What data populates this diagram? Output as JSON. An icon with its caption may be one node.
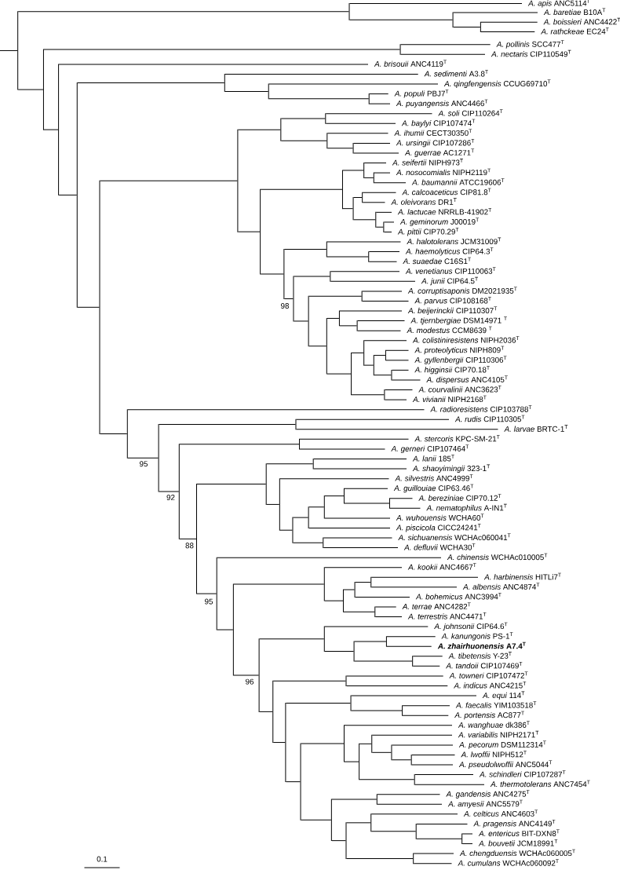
{
  "diagram": {
    "nodes": [
      {
        "text": [
          "*A. apis* ANC5114$^{T}$"
        ]
      },
      {
        "text": [
          "*A. baretiae* B10A$^{T}$"
        ]
      },
      {
        "text": [
          "*A. boissieri* ANC4422$^{T}$"
        ]
      },
      {
        "text": [
          "*A. rathckeae* EC24$^{T}$"
        ]
      },
      {
        "text": [
          "*A. pollinis* SCC477$^{T}$"
        ]
      },
      {
        "text": [
          "*A. nectaris* CIP110549$^{T}$"
        ]
      },
      {
        "text": [
          "*A. brisouii* ANC4119$^{T}$"
        ]
      },
      {
        "text": [
          "*A. sedimenti* A3.8$^{T}$"
        ]
      },
      {
        "text": [
          "*A. qingfengensis* CCUG69710$^{T}$"
        ]
      },
      {
        "text": [
          "*A. populi* PBJ7$^{T}$"
        ]
      },
      {
        "text": [
          "*A. puyangensis* ANC4466$^{T}$"
        ]
      },
      {
        "text": [
          "*A. soli* CIP110264$^{T}$"
        ]
      },
      {
        "text": [
          "*A. baylyi* CIP107474$^{T}$"
        ]
      },
      {
        "text": [
          "*A. ihumii* CECT30350$^{T}$"
        ]
      },
      {
        "text": [
          "*A. ursingii* CIP107286$^{T}$"
        ]
      },
      {
        "text": [
          "*A. guerrae* AC1271$^{T}$"
        ]
      },
      {
        "text": [
          "*A. seifertii* NIPH973$^{T}$"
        ]
      },
      {
        "text": [
          "*A. nosocomialis* NIPH2119$^{T}$"
        ]
      },
      {
        "text": [
          "*A. baumannii* ATCC19606$^{T}$"
        ]
      },
      {
        "text": [
          "*A. calcoaceticus* CIP81.8$^{T}$"
        ]
      },
      {
        "text": [
          "*A. oleivorans* DR1$^{T}$"
        ]
      },
      {
        "text": [
          "*A. lactucae* NRRLB-41902$^{T}$"
        ]
      },
      {
        "text": [
          "*A. geminorum* J00019$^{T}$"
        ]
      },
      {
        "text": [
          "*A. pittii* CIP70.29$^{T}$"
        ]
      },
      {
        "text": [
          "*A. halotolerans* JCM31009$^{T}$"
        ]
      },
      {
        "text": [
          "*A. haemolyticus* CIP64.3$^{T}$"
        ]
      },
      {
        "text": [
          "*A. suaedae* C16S1$^{T}$"
        ]
      },
      {
        "text": [
          "*A. venetianus* CIP110063$^{T}$"
        ]
      },
      {
        "text": [
          "*A. junii* CIP64.5$^{T}$"
        ]
      },
      {
        "text": [
          "*A. corruptisaponis* DM2021935$^{T}$"
        ]
      },
      {
        "text": [
          "*A. parvus* CIP108168$^{T}$"
        ]
      },
      {
        "text": [
          "*A. beijerinckii* CIP110307$^{T}$"
        ]
      },
      {
        "text": [
          "*A. tjernbergiae* DSM14971 $^{T}$"
        ]
      },
      {
        "text": [
          "*A. modestus* CCM8639 $^{T}$"
        ]
      },
      {
        "text": [
          "*A. colistiniresistens* NIPH2036$^{T}$"
        ]
      },
      {
        "text": [
          "*A. proteolyticus* NIPH809$^{T}$"
        ]
      },
      {
        "text": [
          "*A. gyllenbergii* CIP110306$^{T}$"
        ]
      },
      {
        "text": [
          "*A. higginsii* CIP70.18$^{T}$"
        ]
      },
      {
        "text": [
          "*A. dispersus* ANC4105$^{T}$"
        ]
      },
      {
        "text": [
          "*A. courvalinii* ANC3623$^{T}$"
        ]
      },
      {
        "text": [
          "*A. vivianii* NIPH2168$^{T}$"
        ]
      },
      {
        "text": [
          "*A. radioresistens* CIP103788$^{T}$"
        ]
      },
      {
        "text": [
          "*A. rudis* CIP110305$^{T}$"
        ]
      },
      {
        "text": [
          "*A. larvae* BRTC-1$^{T}$"
        ]
      },
      {
        "text": [
          "*A. stercoris* KPC-SM-21$^{T}$"
        ]
      },
      {
        "text": [
          "*A. gerneri* CIP107464$^{T}$"
        ]
      },
      {
        "text": [
          "*A. lanii* 185$^{T}$"
        ]
      },
      {
        "text": [
          "*A. shaoyimingii* 323-1$^{T}$"
        ]
      },
      {
        "text": [
          "*A. silvestris* ANC4999$^{T}$"
        ]
      },
      {
        "text": [
          "*A. guillouiae* CIP63.46$^{T}$"
        ]
      },
      {
        "text": [
          "*A. bereziniae* CIP70.12$^{T}$"
        ]
      },
      {
        "text": [
          "*A. nematophilus* A-IN1$^{T}$"
        ]
      },
      {
        "text": [
          "*A. wuhouensis* WCHA60$^{T}$"
        ]
      },
      {
        "text": [
          "*A. piscicola* CICC24241$^{T}$"
        ]
      },
      {
        "text": [
          "*A. sichuanensis* WCHAc060041$^{T}$"
        ]
      },
      {
        "text": [
          "*A. defluvii* WCHA30$^{T}$"
        ]
      },
      {
        "text": [
          "*A. chinensis* WCHAc010005$^{T}$"
        ]
      },
      {
        "text": [
          "*A. kookii* ANC4667$^{T}$"
        ]
      },
      {
        "text": [
          "*A. harbinensis* HITLi7$^{T}$"
        ]
      },
      {
        "text": [
          "*A. albensis* ANC4874$^{T}$"
        ]
      },
      {
        "text": [
          "*A. bohemicus* ANC3994$^{T}$"
        ]
      },
      {
        "text": [
          "*A. terrae* ANC4282$^{T}$"
        ]
      },
      {
        "text": [
          "*A. terrestris* ANC4471$^{T}$"
        ]
      },
      {
        "text": [
          "*A. johnsonii* CIP64.6$^{T}$"
        ]
      },
      {
        "text": [
          "*A. kanungonis* PS-1$^{T}$"
        ]
      },
      {
        "text": [
          "*A. zhairhuonensis* A7.4$^{T}$"
        ]
      },
      {
        "text": [
          "*A. tibetensis* Y-23$^{T}$"
        ]
      },
      {
        "text": [
          "*A. tandoii* CIP107469$^{T}$"
        ]
      },
      {
        "text": [
          "*A. towneri* CIP107472$^{T}$"
        ]
      },
      {
        "text": [
          "*A. indicus* ANC4215$^{T}$"
        ]
      },
      {
        "text": [
          "*A. equi* 114$^{T}$"
        ]
      },
      {
        "text": [
          "*A. faecalis* YIM103518$^{T}$"
        ]
      },
      {
        "text": [
          "*A. portensis* AC877$^{T}$"
        ]
      },
      {
        "text": [
          "*A. wanghuae* dk386$^{T}$"
        ]
      },
      {
        "text": [
          "*A. variabilis* NIPH2171$^{T}$"
        ]
      },
      {
        "text": [
          "*A. pecorum* DSM112314$^{T}$"
        ]
      },
      {
        "text": [
          "*A. lwoffii* NIPH512$^{T}$"
        ]
      },
      {
        "text": [
          "*A. pseudolwoffii* ANC5044$^{T}$"
        ]
      },
      {
        "text": [
          "*A. schindleri* CIP107287$^{T}$"
        ]
      },
      {
        "text": [
          "*A. thermotolerans* ANC7454$^{T}$"
        ]
      },
      {
        "text": [
          "*A. gandensis* ANC4275$^{T}$"
        ]
      },
      {
        "text": [
          "*A. amyesii* ANC5579$^{T}$"
        ]
      },
      {
        "text": [
          "*A. celticus* ANC4603$^{T}$"
        ]
      },
      {
        "text": [
          "*A. pragensis* ANC4149$^{T}$"
        ]
      },
      {
        "text": [
          "*A. entericus* BIT-DXN8$^{T}$"
        ]
      },
      {
        "text": [
          "*A. bouvetii* JCM18991$^{T}$"
        ]
      },
      {
        "text": [
          "*A. chengduensis* WCHAc060005$^{T}$"
        ]
      },
      {
        "text": [
          "*A. cumulans* WCHAc060092$^{T}$"
        ]
      },
      {
        "text": [],
        "shape": "bar"
      },
      {
        "text": [],
        "shape": "bar"
      },
      {
        "text": [],
        "shape": "bar"
      },
      {
        "text": [],
        "shape": "bar"
      },
      {
        "text": [],
        "shape": "bar"
      },
      {
        "text": [],
        "shape": "bar"
      },
      {
        "text": [],
        "shape": "bar"
      },
      {
        "text": [],
        "shape": "bar"
      },
      {
        "text": [],
        "shape": "bar"
      },
      {
        "text": [],
        "shape": "bar"
      },
      {
        "text": [],
        "shape": "bar"
      },
      {
        "text": [],
        "shape": "bar"
      },
      {
        "text": [],
        "shape": "bar"
      },
      {
        "text": [],
        "shape": "bar"
      },
      {
        "text": [],
        "shape": "bar"
      },
      {
        "text": [],
        "shape": "bar"
      },
      {
        "text": [],
        "shape": "bar"
      },
      {
        "text": [],
        "shape": "bar"
      },
      {
        "text": [],
        "shape": "bar"
      },
      {
        "text": [],
        "shape": "bar"
      },
      {
        "text": [],
        "shape": "bar"
      },
      {
        "text": [],
        "shape": "bar"
      },
      {
        "text": [],
        "shape": "bar"
      },
      {
        "text": [],
        "shape": "bar"
      },
      {
        "text": [],
        "shape": "bar"
      },
      {
        "text": [],
        "shape": "bar"
      },
      {
        "text": [],
        "shape": "bar"
      },
      {
        "text": [],
        "shape": "bar"
      },
      {
        "text": [],
        "shape": "bar",
        "beside": [
          "98"
        ]
      },
      {
        "text": [],
        "shape": "bar"
      },
      {
        "text": [],
        "shape": "bar"
      },
      {
        "text": [],
        "shape": "bar"
      },
      {
        "text": [],
        "shape": "bar"
      },
      {
        "text": [],
        "shape": "bar"
      },
      {
        "text": [],
        "shape": "bar"
      },
      {
        "text": [],
        "shape": "bar"
      },
      {
        "text": [],
        "shape": "bar"
      },
      {
        "text": [],
        "shape": "bar"
      },
      {
        "text": [],
        "shape": "bar"
      },
      {
        "text": [],
        "shape": "bar"
      },
      {
        "text": [],
        "shape": "bar"
      },
      {
        "text": [],
        "shape": "bar"
      },
      {
        "text": [],
        "shape": "bar",
        "beside": [
          "95"
        ]
      },
      {
        "text": [],
        "shape": "bar"
      },
      {
        "text": [],
        "shape": "bar",
        "beside": [
          "92"
        ]
      },
      {
        "text": [],
        "shape": "bar"
      },
      {
        "text": [],
        "shape": "bar",
        "beside": [
          "88"
        ]
      },
      {
        "text": [],
        "shape": "bar"
      },
      {
        "text": [],
        "shape": "bar"
      },
      {
        "text": [],
        "shape": "bar"
      },
      {
        "text": [],
        "shape": "bar"
      },
      {
        "text": [],
        "shape": "bar"
      },
      {
        "text": [],
        "shape": "bar"
      },
      {
        "text": [],
        "shape": "bar"
      },
      {
        "text": [],
        "shape": "bar"
      },
      {
        "text": [],
        "shape": "bar"
      },
      {
        "text": [],
        "shape": "bar",
        "beside": [
          "95"
        ]
      },
      {
        "text": [],
        "shape": "bar"
      },
      {
        "text": [],
        "shape": "bar"
      },
      {
        "text": [],
        "shape": "bar"
      },
      {
        "text": [],
        "shape": "bar"
      },
      {
        "text": [],
        "shape": "bar"
      },
      {
        "text": [],
        "shape": "bar"
      },
      {
        "text": [],
        "shape": "bar",
        "beside": [
          "96"
        ]
      },
      {
        "text": [],
        "shape": "bar"
      },
      {
        "text": [],
        "shape": "bar"
      },
      {
        "text": [],
        "shape": "bar"
      },
      {
        "text": [],
        "shape": "bar"
      },
      {
        "text": [],
        "shape": "bar"
      },
      {
        "text": [],
        "shape": "bar"
      },
      {
        "text": [],
        "shape": "bar"
      },
      {
        "text": [],
        "shape": "bar"
      },
      {
        "text": [],
        "shape": "bar"
      },
      {
        "text": [],
        "shape": "bar"
      },
      {
        "text": [],
        "shape": "bar"
      },
      {
        "text": [],
        "shape": "bar"
      },
      {
        "text": [],
        "shape": "bar"
      },
      {
        "text": [],
        "shape": "bar"
      },
      {
        "text": [],
        "shape": "bar"
      },
      {
        "text": [],
        "shape": "bar"
      },
      {
        "text": [],
        "shape": "bar"
      },
      {
        "text": [],
        "shape": "bar"
      },
      {
        "text": [],
        "shape": "bar"
      },
      {
        "text": [],
        "shape": "bar"
      },
      {
        "text": [],
        "shape": "bar"
      },
      {
        "text": [],
        "shape": "bar"
      },
      {
        "text": [],
        "shape": "bar"
      }
    ],
    "edges": [
      {
        "from": null,
        "to": 88,
        "arrow": "none"
      },
      {
        "from": 88,
        "to": 89,
        "arrow": "none"
      },
      {
        "from": 88,
        "to": 92,
        "arrow": "none"
      },
      {
        "from": 89,
        "to": 0,
        "arrow": "none"
      },
      {
        "from": 89,
        "to": 90,
        "arrow": "none"
      },
      {
        "from": 90,
        "to": 1,
        "arrow": "none"
      },
      {
        "from": 90,
        "to": 91,
        "arrow": "none"
      },
      {
        "from": 91,
        "to": 2,
        "arrow": "none"
      },
      {
        "from": 91,
        "to": 3,
        "arrow": "none"
      },
      {
        "from": 92,
        "to": 93,
        "arrow": "none"
      },
      {
        "from": 92,
        "to": 94,
        "arrow": "none"
      },
      {
        "from": 93,
        "to": 4,
        "arrow": "none"
      },
      {
        "from": 93,
        "to": 5,
        "arrow": "none"
      },
      {
        "from": 94,
        "to": 6,
        "arrow": "none"
      },
      {
        "from": 94,
        "to": 95,
        "arrow": "none"
      },
      {
        "from": 95,
        "to": 96,
        "arrow": "none"
      },
      {
        "from": 95,
        "to": 99,
        "arrow": "none"
      },
      {
        "from": 96,
        "to": 7,
        "arrow": "none"
      },
      {
        "from": 96,
        "to": 97,
        "arrow": "none"
      },
      {
        "from": 97,
        "to": 8,
        "arrow": "none"
      },
      {
        "from": 97,
        "to": 98,
        "arrow": "none"
      },
      {
        "from": 98,
        "to": 9,
        "arrow": "none"
      },
      {
        "from": 98,
        "to": 10,
        "arrow": "none"
      },
      {
        "from": 99,
        "to": 100,
        "arrow": "none"
      },
      {
        "from": 99,
        "to": 129,
        "arrow": "none"
      },
      {
        "from": 100,
        "to": 101,
        "arrow": "none"
      },
      {
        "from": 100,
        "to": 105,
        "arrow": "none"
      },
      {
        "from": 101,
        "to": 102,
        "arrow": "none"
      },
      {
        "from": 101,
        "to": 103,
        "arrow": "none"
      },
      {
        "from": 102,
        "to": 11,
        "arrow": "none"
      },
      {
        "from": 102,
        "to": 12,
        "arrow": "none"
      },
      {
        "from": 103,
        "to": 13,
        "arrow": "none"
      },
      {
        "from": 103,
        "to": 104,
        "arrow": "none"
      },
      {
        "from": 104,
        "to": 14,
        "arrow": "none"
      },
      {
        "from": 104,
        "to": 15,
        "arrow": "none"
      },
      {
        "from": 105,
        "to": 106,
        "arrow": "none"
      },
      {
        "from": 105,
        "to": 113,
        "arrow": "none"
      },
      {
        "from": 106,
        "to": 107,
        "arrow": "none"
      },
      {
        "from": 106,
        "to": 109,
        "arrow": "none"
      },
      {
        "from": 107,
        "to": 16,
        "arrow": "none"
      },
      {
        "from": 107,
        "to": 108,
        "arrow": "none"
      },
      {
        "from": 108,
        "to": 17,
        "arrow": "none"
      },
      {
        "from": 108,
        "to": 18,
        "arrow": "none"
      },
      {
        "from": 109,
        "to": 110,
        "arrow": "none"
      },
      {
        "from": 109,
        "to": 111,
        "arrow": "none"
      },
      {
        "from": 110,
        "to": 19,
        "arrow": "none"
      },
      {
        "from": 110,
        "to": 20,
        "arrow": "none"
      },
      {
        "from": 111,
        "to": 21,
        "arrow": "none"
      },
      {
        "from": 111,
        "to": 112,
        "arrow": "none"
      },
      {
        "from": 112,
        "to": 22,
        "arrow": "none"
      },
      {
        "from": 112,
        "to": 23,
        "arrow": "none"
      },
      {
        "from": 113,
        "to": 114,
        "arrow": "none"
      },
      {
        "from": 113,
        "to": 116,
        "arrow": "none"
      },
      {
        "from": 114,
        "to": 24,
        "arrow": "none"
      },
      {
        "from": 114,
        "to": 115,
        "arrow": "none"
      },
      {
        "from": 115,
        "to": 25,
        "arrow": "none"
      },
      {
        "from": 115,
        "to": 26,
        "arrow": "none"
      },
      {
        "from": 116,
        "to": 117,
        "arrow": "none"
      },
      {
        "from": 116,
        "to": 118,
        "arrow": "none"
      },
      {
        "from": 117,
        "to": 27,
        "arrow": "none"
      },
      {
        "from": 117,
        "to": 28,
        "arrow": "none"
      },
      {
        "from": 118,
        "to": 119,
        "arrow": "none"
      },
      {
        "from": 118,
        "to": 120,
        "arrow": "none"
      },
      {
        "from": 119,
        "to": 29,
        "arrow": "none"
      },
      {
        "from": 119,
        "to": 30,
        "arrow": "none"
      },
      {
        "from": 120,
        "to": 121,
        "arrow": "none"
      },
      {
        "from": 120,
        "to": 123,
        "arrow": "none"
      },
      {
        "from": 121,
        "to": 31,
        "arrow": "none"
      },
      {
        "from": 121,
        "to": 122,
        "arrow": "none"
      },
      {
        "from": 122,
        "to": 32,
        "arrow": "none"
      },
      {
        "from": 122,
        "to": 33,
        "arrow": "none"
      },
      {
        "from": 123,
        "to": 124,
        "arrow": "none"
      },
      {
        "from": 123,
        "to": 128,
        "arrow": "none"
      },
      {
        "from": 124,
        "to": 34,
        "arrow": "none"
      },
      {
        "from": 124,
        "to": 125,
        "arrow": "none"
      },
      {
        "from": 125,
        "to": 126,
        "arrow": "none"
      },
      {
        "from": 125,
        "to": 127,
        "arrow": "none"
      },
      {
        "from": 126,
        "to": 35,
        "arrow": "none"
      },
      {
        "from": 126,
        "to": 36,
        "arrow": "none"
      },
      {
        "from": 127,
        "to": 37,
        "arrow": "none"
      },
      {
        "from": 127,
        "to": 38,
        "arrow": "none"
      },
      {
        "from": 128,
        "to": 39,
        "arrow": "none"
      },
      {
        "from": 128,
        "to": 40,
        "arrow": "none"
      },
      {
        "from": 129,
        "to": 41,
        "arrow": "none"
      },
      {
        "from": 129,
        "to": 130,
        "arrow": "none"
      },
      {
        "from": 130,
        "to": 131,
        "arrow": "none"
      },
      {
        "from": 130,
        "to": 132,
        "arrow": "none"
      },
      {
        "from": 131,
        "to": 42,
        "arrow": "none"
      },
      {
        "from": 131,
        "to": 43,
        "arrow": "none"
      },
      {
        "from": 132,
        "to": 133,
        "arrow": "none"
      },
      {
        "from": 132,
        "to": 134,
        "arrow": "none"
      },
      {
        "from": 133,
        "to": 44,
        "arrow": "none"
      },
      {
        "from": 133,
        "to": 45,
        "arrow": "none"
      },
      {
        "from": 134,
        "to": 135,
        "arrow": "none"
      },
      {
        "from": 134,
        "to": 144,
        "arrow": "none"
      },
      {
        "from": 135,
        "to": 136,
        "arrow": "none"
      },
      {
        "from": 135,
        "to": 137,
        "arrow": "none"
      },
      {
        "from": 136,
        "to": 46,
        "arrow": "none"
      },
      {
        "from": 136,
        "to": 47,
        "arrow": "none"
      },
      {
        "from": 137,
        "to": 48,
        "arrow": "none"
      },
      {
        "from": 137,
        "to": 138,
        "arrow": "none"
      },
      {
        "from": 138,
        "to": 139,
        "arrow": "none"
      },
      {
        "from": 138,
        "to": 143,
        "arrow": "none"
      },
      {
        "from": 139,
        "to": 140,
        "arrow": "none"
      },
      {
        "from": 139,
        "to": 53,
        "arrow": "none"
      },
      {
        "from": 140,
        "to": 141,
        "arrow": "none"
      },
      {
        "from": 140,
        "to": 52,
        "arrow": "none"
      },
      {
        "from": 141,
        "to": 49,
        "arrow": "none"
      },
      {
        "from": 141,
        "to": 142,
        "arrow": "none"
      },
      {
        "from": 142,
        "to": 50,
        "arrow": "none"
      },
      {
        "from": 142,
        "to": 51,
        "arrow": "none"
      },
      {
        "from": 143,
        "to": 54,
        "arrow": "none"
      },
      {
        "from": 143,
        "to": 55,
        "arrow": "none"
      },
      {
        "from": 144,
        "to": 56,
        "arrow": "none"
      },
      {
        "from": 144,
        "to": 145,
        "arrow": "none"
      },
      {
        "from": 145,
        "to": 146,
        "arrow": "none"
      },
      {
        "from": 145,
        "to": 151,
        "arrow": "none"
      },
      {
        "from": 146,
        "to": 57,
        "arrow": "none"
      },
      {
        "from": 146,
        "to": 147,
        "arrow": "none"
      },
      {
        "from": 147,
        "to": 148,
        "arrow": "none"
      },
      {
        "from": 147,
        "to": 150,
        "arrow": "none"
      },
      {
        "from": 148,
        "to": 149,
        "arrow": "none"
      },
      {
        "from": 148,
        "to": 60,
        "arrow": "none"
      },
      {
        "from": 149,
        "to": 58,
        "arrow": "none"
      },
      {
        "from": 149,
        "to": 59,
        "arrow": "none"
      },
      {
        "from": 150,
        "to": 61,
        "arrow": "none"
      },
      {
        "from": 150,
        "to": 62,
        "arrow": "none"
      },
      {
        "from": 151,
        "to": 152,
        "arrow": "none"
      },
      {
        "from": 151,
        "to": 156,
        "arrow": "none"
      },
      {
        "from": 152,
        "to": 63,
        "arrow": "none"
      },
      {
        "from": 152,
        "to": 153,
        "arrow": "none"
      },
      {
        "from": 153,
        "to": 154,
        "arrow": "none"
      },
      {
        "from": 153,
        "to": 155,
        "arrow": "none"
      },
      {
        "from": 154,
        "to": 64,
        "arrow": "none"
      },
      {
        "from": 154,
        "to": 65,
        "arrow": "none"
      },
      {
        "from": 155,
        "to": 66,
        "arrow": "none"
      },
      {
        "from": 155,
        "to": 67,
        "arrow": "none"
      },
      {
        "from": 156,
        "to": 157,
        "arrow": "none"
      },
      {
        "from": 156,
        "to": 158,
        "arrow": "none"
      },
      {
        "from": 157,
        "to": 68,
        "arrow": "none"
      },
      {
        "from": 157,
        "to": 69,
        "arrow": "none"
      },
      {
        "from": 158,
        "to": 159,
        "arrow": "none"
      },
      {
        "from": 158,
        "to": 161,
        "arrow": "none"
      },
      {
        "from": 159,
        "to": 70,
        "arrow": "none"
      },
      {
        "from": 159,
        "to": 160,
        "arrow": "none"
      },
      {
        "from": 160,
        "to": 71,
        "arrow": "none"
      },
      {
        "from": 160,
        "to": 72,
        "arrow": "none"
      },
      {
        "from": 161,
        "to": 162,
        "arrow": "none"
      },
      {
        "from": 161,
        "to": 168,
        "arrow": "none"
      },
      {
        "from": 162,
        "to": 73,
        "arrow": "none"
      },
      {
        "from": 162,
        "to": 163,
        "arrow": "none"
      },
      {
        "from": 163,
        "to": 164,
        "arrow": "none"
      },
      {
        "from": 163,
        "to": 167,
        "arrow": "none"
      },
      {
        "from": 164,
        "to": 74,
        "arrow": "none"
      },
      {
        "from": 164,
        "to": 165,
        "arrow": "none"
      },
      {
        "from": 165,
        "to": 75,
        "arrow": "none"
      },
      {
        "from": 165,
        "to": 166,
        "arrow": "none"
      },
      {
        "from": 166,
        "to": 76,
        "arrow": "none"
      },
      {
        "from": 166,
        "to": 77,
        "arrow": "none"
      },
      {
        "from": 167,
        "to": 78,
        "arrow": "none"
      },
      {
        "from": 167,
        "to": 79,
        "arrow": "none"
      },
      {
        "from": 168,
        "to": 169,
        "arrow": "none"
      },
      {
        "from": 168,
        "to": 170,
        "arrow": "none"
      },
      {
        "from": 169,
        "to": 80,
        "arrow": "none"
      },
      {
        "from": 169,
        "to": 81,
        "arrow": "none"
      },
      {
        "from": 170,
        "to": 171,
        "arrow": "none"
      },
      {
        "from": 170,
        "to": 174,
        "arrow": "none"
      },
      {
        "from": 171,
        "to": 82,
        "arrow": "none"
      },
      {
        "from": 171,
        "to": 172,
        "arrow": "none"
      },
      {
        "from": 172,
        "to": 83,
        "arrow": "none"
      },
      {
        "from": 172,
        "to": 173,
        "arrow": "none"
      },
      {
        "from": 173,
        "to": 84,
        "arrow": "none"
      },
      {
        "from": 173,
        "to": 85,
        "arrow": "none"
      },
      {
        "from": 174,
        "to": 86,
        "arrow": "none"
      },
      {
        "from": 174,
        "to": 87,
        "arrow": "none"
      }
    ],
    "labels": [
      "0.1"
    ]
  }
}
